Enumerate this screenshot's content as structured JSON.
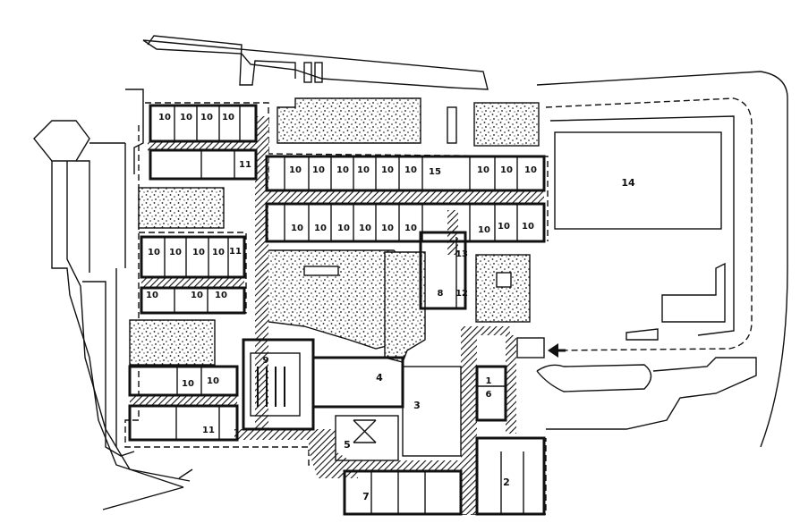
{
  "title": "Site floor plan",
  "colors": {
    "ink": "#111111",
    "paper": "#ffffff"
  },
  "labels": {
    "tl1": "10",
    "tl2": "10",
    "tl3": "10",
    "tl4": "10",
    "tl11": "11",
    "mt1": "10",
    "mt2": "10",
    "mt3": "10",
    "mt4": "10",
    "mt5": "10",
    "mt6": "10",
    "mt15": "15",
    "mt7": "10",
    "mt8": "10",
    "mt9": "10",
    "mb1": "10",
    "mb2": "10",
    "mb3": "10",
    "mb4": "10",
    "mb5": "10",
    "mb6": "10",
    "mb7": "10",
    "mb8": "10",
    "mb9": "10",
    "ml1": "10",
    "ml2": "10",
    "ml3": "10",
    "ml4": "10",
    "ml11": "11",
    "ll1": "10",
    "ll2": "10",
    "ll3": "10",
    "r13": "13",
    "r8": "8",
    "r12": "12",
    "r14": "14",
    "r9": "9",
    "bl1": "10",
    "bl2": "10",
    "bl11": "11",
    "r4": "4",
    "r3": "3",
    "r1": "1",
    "r6": "6",
    "r5": "5",
    "r2": "2",
    "r7": "7"
  }
}
